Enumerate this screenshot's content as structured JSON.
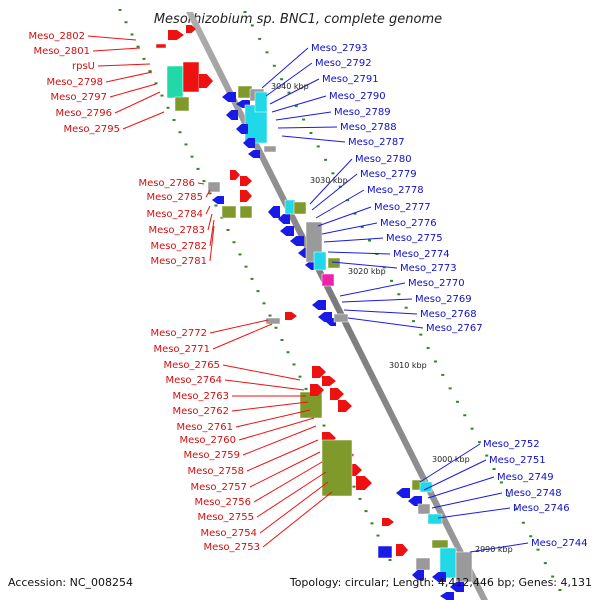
{
  "title": "Mesorhizobium sp. BNC1, complete genome",
  "footer": {
    "accession": "Accession: NC_008254",
    "summary": "Topology: circular; Length: 4,412,446 bp; Genes: 4,131"
  },
  "scale_labels": [
    "3040 kbp",
    "3030 kbp",
    "3020 kbp",
    "3010 kbp",
    "3000 kbp",
    "2990 kbp"
  ],
  "left_labels": [
    "Meso_2802",
    "Meso_2801",
    "rpsU",
    "Meso_2798",
    "Meso_2797",
    "Meso_2796",
    "Meso_2795",
    "Meso_2786",
    "Meso_2785",
    "Meso_2784",
    "Meso_2783",
    "Meso_2782",
    "Meso_2781",
    "Meso_2772",
    "Meso_2771",
    "Meso_2765",
    "Meso_2764",
    "Meso_2763",
    "Meso_2762",
    "Meso_2761",
    "Meso_2760",
    "Meso_2759",
    "Meso_2758",
    "Meso_2757",
    "Meso_2756",
    "Meso_2755",
    "Meso_2754",
    "Meso_2753"
  ],
  "right_labels": [
    "Meso_2793",
    "Meso_2792",
    "Meso_2791",
    "Meso_2790",
    "Meso_2789",
    "Meso_2788",
    "Meso_2787",
    "Meso_2780",
    "Meso_2779",
    "Meso_2778",
    "Meso_2777",
    "Meso_2776",
    "Meso_2775",
    "Meso_2774",
    "Meso_2773",
    "Meso_2770",
    "Meso_2769",
    "Meso_2768",
    "Meso_2767",
    "Meso_2752",
    "Meso_2751",
    "Meso_2749",
    "Meso_2748",
    "Meso_2746",
    "Meso_2744"
  ],
  "colors": {
    "forward_strand": "#ee1111",
    "reverse_strand": "#1a1ae6",
    "olive": "#7f9a2a",
    "cyan": "#20d8e8",
    "teal": "#20d8a8",
    "grey": "#9a9a9a",
    "magenta": "#ee22aa",
    "backbone": "#8a8a8a",
    "tick": "#2a8a2a"
  }
}
